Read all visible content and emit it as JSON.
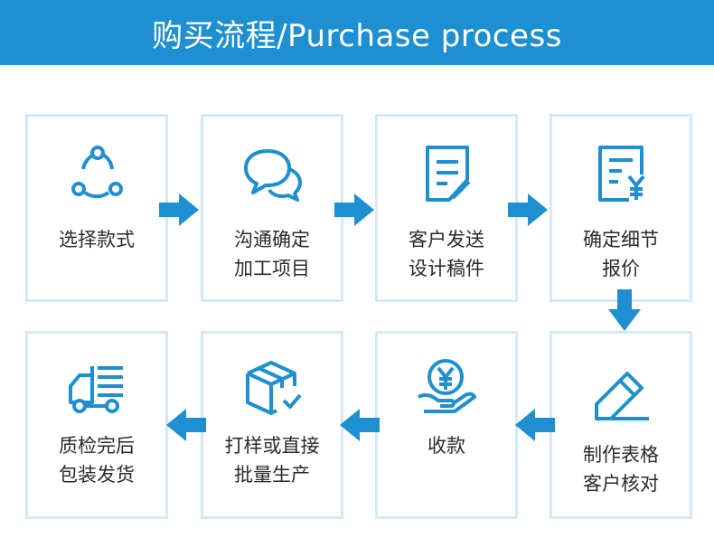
{
  "header": {
    "title": "购买流程/Purchase process"
  },
  "steps": [
    {
      "line1": "选择款式",
      "line2": "",
      "icon": "share-network-icon"
    },
    {
      "line1": "沟通确定",
      "line2": "加工项目",
      "icon": "chat-bubbles-icon"
    },
    {
      "line1": "客户发送",
      "line2": "设计稿件",
      "icon": "document-edit-icon"
    },
    {
      "line1": "确定细节",
      "line2": "报价",
      "icon": "document-price-icon"
    },
    {
      "line1": "制作表格",
      "line2": "客户核对",
      "icon": "pencil-icon"
    },
    {
      "line1": "收款",
      "line2": "",
      "icon": "yen-coin-hand-icon"
    },
    {
      "line1": "打样或直接",
      "line2": "批量生产",
      "icon": "box-check-icon"
    },
    {
      "line1": "质检完后",
      "line2": "包装发货",
      "icon": "delivery-truck-icon"
    }
  ],
  "colors": {
    "accent": "#1e8fd0",
    "card_border": "#d4e9f6",
    "text": "#2b2b2b"
  }
}
